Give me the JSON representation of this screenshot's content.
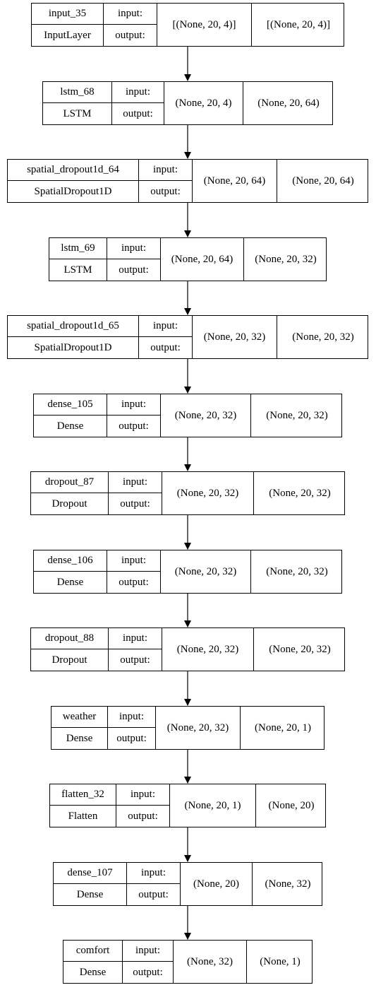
{
  "labels": {
    "input": "input:",
    "output": "output:"
  },
  "layers": [
    {
      "name": "input_35",
      "class": "InputLayer",
      "input_shape": "[(None, 20, 4)]",
      "output_shape": "[(None, 20, 4)]"
    },
    {
      "name": "lstm_68",
      "class": "LSTM",
      "input_shape": "(None, 20, 4)",
      "output_shape": "(None, 20, 64)"
    },
    {
      "name": "spatial_dropout1d_64",
      "class": "SpatialDropout1D",
      "input_shape": "(None, 20, 64)",
      "output_shape": "(None, 20, 64)"
    },
    {
      "name": "lstm_69",
      "class": "LSTM",
      "input_shape": "(None, 20, 64)",
      "output_shape": "(None, 20, 32)"
    },
    {
      "name": "spatial_dropout1d_65",
      "class": "SpatialDropout1D",
      "input_shape": "(None, 20, 32)",
      "output_shape": "(None, 20, 32)"
    },
    {
      "name": "dense_105",
      "class": "Dense",
      "input_shape": "(None, 20, 32)",
      "output_shape": "(None, 20, 32)"
    },
    {
      "name": "dropout_87",
      "class": "Dropout",
      "input_shape": "(None, 20, 32)",
      "output_shape": "(None, 20, 32)"
    },
    {
      "name": "dense_106",
      "class": "Dense",
      "input_shape": "(None, 20, 32)",
      "output_shape": "(None, 20, 32)"
    },
    {
      "name": "dropout_88",
      "class": "Dropout",
      "input_shape": "(None, 20, 32)",
      "output_shape": "(None, 20, 32)"
    },
    {
      "name": "weather",
      "class": "Dense",
      "input_shape": "(None, 20, 32)",
      "output_shape": "(None, 20, 1)"
    },
    {
      "name": "flatten_32",
      "class": "Flatten",
      "input_shape": "(None, 20, 1)",
      "output_shape": "(None, 20)"
    },
    {
      "name": "dense_107",
      "class": "Dense",
      "input_shape": "(None, 20)",
      "output_shape": "(None, 32)"
    },
    {
      "name": "comfort",
      "class": "Dense",
      "input_shape": "(None, 32)",
      "output_shape": "(None, 1)"
    }
  ],
  "colors": {
    "border": "#000000",
    "background": "#ffffff",
    "arrow": "#000000"
  }
}
